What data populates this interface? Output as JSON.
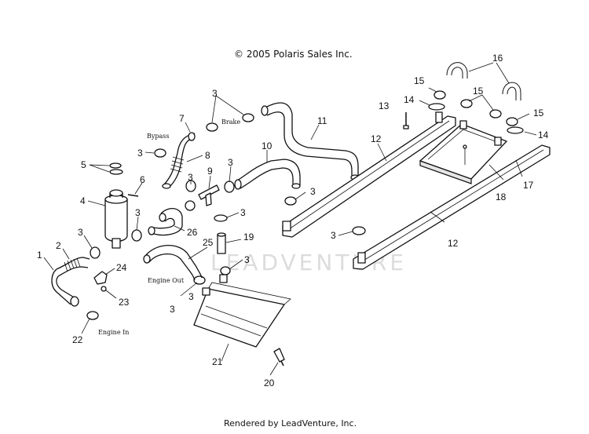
{
  "copyright": "© 2005 Polaris Sales Inc.",
  "footer": "Rendered by LeadVenture, Inc.",
  "watermark": "LEADVENTURE",
  "hose_labels": {
    "bypass": "Bypass",
    "brake": "Brake",
    "engine_out": "Engine Out",
    "engine_in": "Engine In"
  },
  "callouts": {
    "c1": "1",
    "c2": "2",
    "c3": "3",
    "c4": "4",
    "c5": "5",
    "c6": "6",
    "c7": "7",
    "c8": "8",
    "c9": "9",
    "c10": "10",
    "c11": "11",
    "c12": "12",
    "c13": "13",
    "c14": "14",
    "c15": "15",
    "c16": "16",
    "c17": "17",
    "c18": "18",
    "c19": "19",
    "c20": "20",
    "c21": "21",
    "c22": "22",
    "c23": "23",
    "c24": "24",
    "c25": "25",
    "c26": "26"
  }
}
